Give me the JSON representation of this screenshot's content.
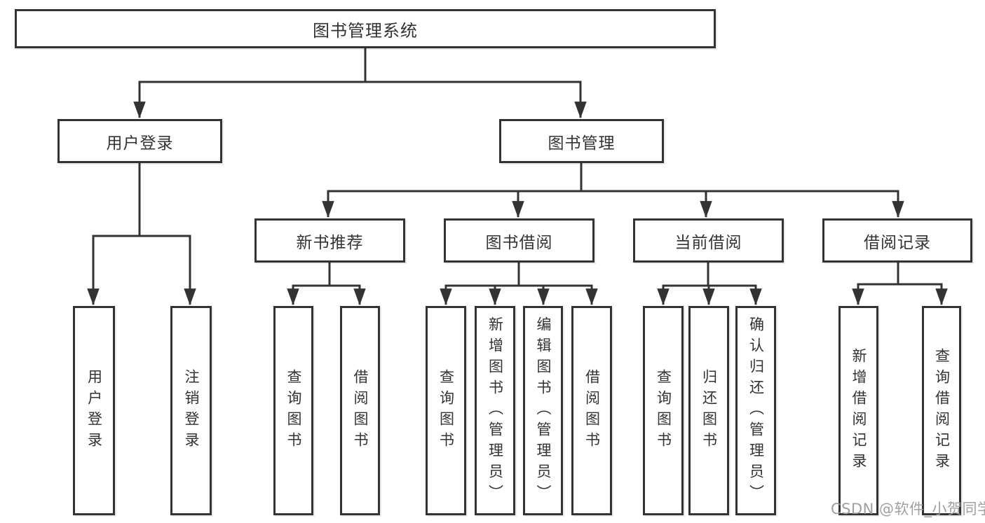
{
  "diagram": {
    "nodes": {
      "root": {
        "label": "图书管理系统"
      },
      "user_login": {
        "label": "用户登录"
      },
      "book_mgmt": {
        "label": "图书管理"
      },
      "new_book_rec": {
        "label": "新书推荐"
      },
      "book_borrow": {
        "label": "图书借阅"
      },
      "current_borrow": {
        "label": "当前借阅"
      },
      "borrow_record": {
        "label": "借阅记录"
      }
    },
    "leaves": [
      {
        "group": "用户登录",
        "label": "用户登录"
      },
      {
        "group": "用户登录",
        "label": "注销登录"
      },
      {
        "group": "新书推荐",
        "label": "查询图书"
      },
      {
        "group": "新书推荐",
        "label": "借阅图书"
      },
      {
        "group": "图书借阅",
        "label": "查询图书"
      },
      {
        "group": "图书借阅",
        "label": "新增图书（管理员）"
      },
      {
        "group": "图书借阅",
        "label": "编辑图书（管理员）"
      },
      {
        "group": "图书借阅",
        "label": "借阅图书"
      },
      {
        "group": "当前借阅",
        "label": "查询图书"
      },
      {
        "group": "当前借阅",
        "label": "归还图书"
      },
      {
        "group": "当前借阅",
        "label": "确认归还（管理员）"
      },
      {
        "group": "借阅记录",
        "label": "新增借阅记录"
      },
      {
        "group": "借阅记录",
        "label": "查询借阅记录"
      }
    ],
    "watermark": "CSDN @软件_小贺同学",
    "colors": {
      "line": "#333333",
      "text": "#333333",
      "box_fill": "#ffffff",
      "background": "#ffffff",
      "watermark": "#9b9b9b"
    }
  }
}
